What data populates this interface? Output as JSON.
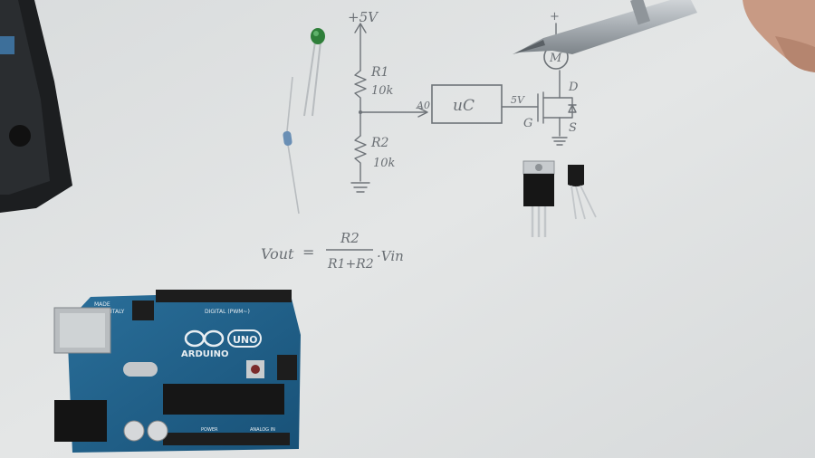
{
  "photo": {
    "subject": "hand-drawn-circuit-sketch-with-components-and-arduino",
    "colors": {
      "paper": "#e6e8e8",
      "ink": "#6e7378",
      "board": "#1f5f88",
      "board_dark": "#17496a",
      "header": "#1d1d1d",
      "pen": "#b9bec3",
      "skin": "#c89a84"
    }
  },
  "sketch": {
    "supply_label": "+5V",
    "r1_label": "R1",
    "r1_value": "10k",
    "r2_label": "R2",
    "r2_value": "10k",
    "adc_pin_label": "A0",
    "uc_label": "uC",
    "gate_voltage_label": "5V",
    "gate_label": "G",
    "drain_label": "D",
    "source_label": "S",
    "motor_label": "M",
    "motor_supply_label": "+"
  },
  "formula": {
    "lhs": "Vout",
    "equals": "=",
    "numerator": "R2",
    "denominator": "R1+R2",
    "multiplier": "·Vin"
  },
  "board": {
    "logo_text": "ARDUINO",
    "model_text": "UNO",
    "made_text": "MADE",
    "italy_text": "ITALY",
    "digital_text": "DIGITAL (PWM~)",
    "analog_text": "ANALOG IN",
    "power_text": "POWER"
  }
}
